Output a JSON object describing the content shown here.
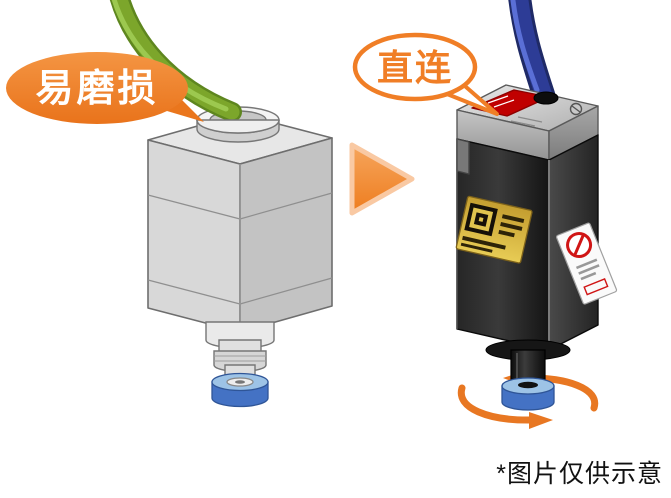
{
  "callouts": {
    "left": {
      "label": "易磨损"
    },
    "right": {
      "label": "直连"
    }
  },
  "footnote": {
    "text": "*图片仅供示意"
  },
  "colors": {
    "callout_fill_orange": "#EE7D1F",
    "callout_border_orange": "#F07E26",
    "transition_arrow_orange": "#F07E26",
    "cable_green": "#7CA62B",
    "cable_blue": "#2D3C96",
    "collar_blue": "#4472C4",
    "motor_gray": "#D8D8D8",
    "motor_black": "#1E1E1E",
    "qr_label_gold": "#D9B845",
    "top_label_red": "#C00000",
    "rotation_arrow_orange": "#E87722"
  }
}
